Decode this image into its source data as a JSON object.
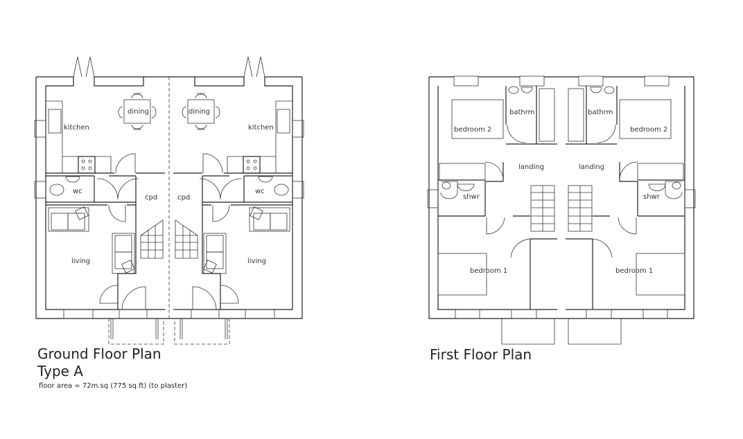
{
  "ground_floor": {
    "title": "Ground Floor Plan",
    "subtitle": "Type A",
    "note": "floor area = 72m.sq (775 sq.ft) (to plaster)",
    "left_rooms": {
      "kitchen": "kitchen",
      "dining": "dining",
      "wc": "wc",
      "cpd": "cpd",
      "living": "living"
    },
    "right_rooms": {
      "kitchen": "kitchen",
      "dining": "dining",
      "wc": "wc",
      "cpd": "cpd",
      "living": "living"
    }
  },
  "first_floor": {
    "title": "First Floor Plan",
    "left_rooms": {
      "bedroom2": "bedroom 2",
      "bathroom": "bathrm",
      "landing": "landing",
      "shower": "shwr",
      "bedroom1": "bedroom 1"
    },
    "right_rooms": {
      "bedroom2": "bedroom 2",
      "bathroom": "bathrm",
      "landing": "landing",
      "shower": "shwr",
      "bedroom1": "bedroom 1"
    }
  }
}
